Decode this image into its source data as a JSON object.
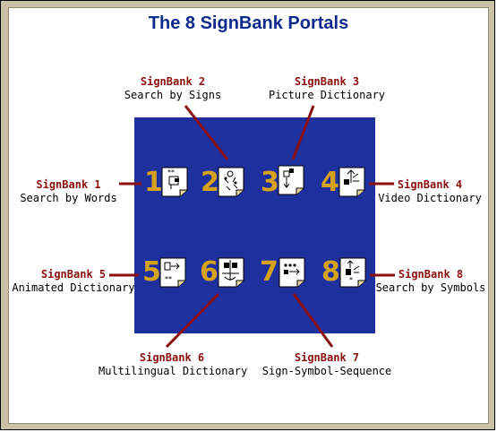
{
  "title": "The 8 SignBank Portals",
  "portals": [
    {
      "number": "1",
      "name": "SignBank 1",
      "desc": "Search by Words"
    },
    {
      "number": "2",
      "name": "SignBank 2",
      "desc": "Search by Signs"
    },
    {
      "number": "3",
      "name": "SignBank 3",
      "desc": "Picture Dictionary"
    },
    {
      "number": "4",
      "name": "SignBank 4",
      "desc": "Video Dictionary"
    },
    {
      "number": "5",
      "name": "SignBank 5",
      "desc": "Animated Dictionary"
    },
    {
      "number": "6",
      "name": "SignBank 6",
      "desc": "Multilingual Dictionary"
    },
    {
      "number": "7",
      "name": "SignBank 7",
      "desc": "Sign-Symbol-Sequence"
    },
    {
      "number": "8",
      "name": "SignBank 8",
      "desc": "Search by Symbols"
    }
  ],
  "colors": {
    "title": "#0d2a8c",
    "panel": "#1e2f9e",
    "numbers": "#d6a21a",
    "names": "#8a1010",
    "connectors": "#8a1010"
  }
}
